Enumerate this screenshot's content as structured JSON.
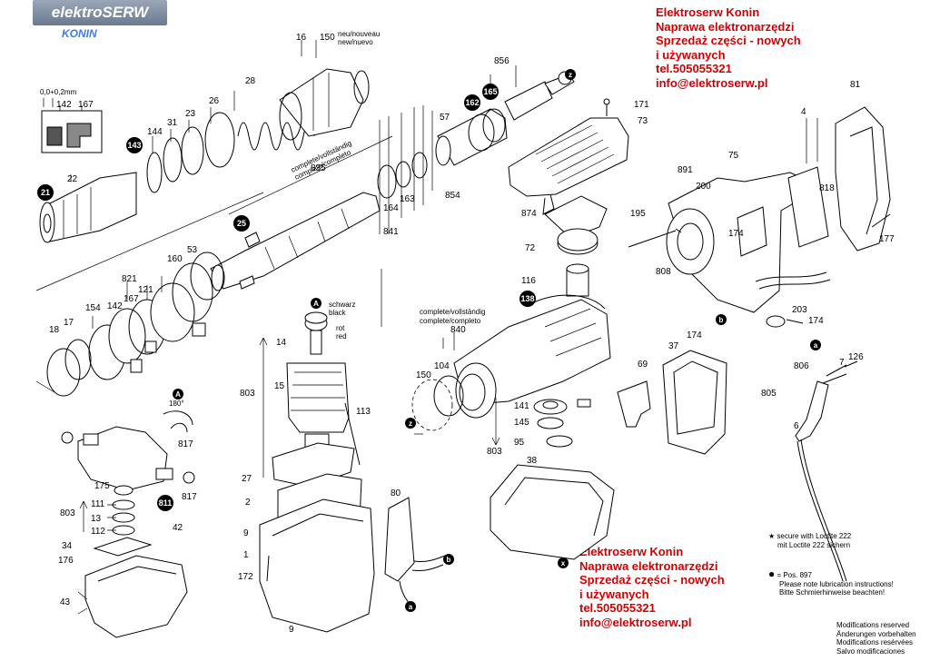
{
  "watermark": {
    "brand": "elektroSERW",
    "city": "KONIN",
    "brand_color": "#8a96aa",
    "city_color": "#3d7fe0"
  },
  "ad_top": {
    "color": "#d40000",
    "lines": [
      "Elektroserw Konin",
      "Naprawa elektronarzędzi",
      "Sprzedaż części - nowych",
      "i używanych",
      "tel.505055321",
      "info@elektroserw.pl"
    ]
  },
  "ad_bottom": {
    "color": "#d40000",
    "lines": [
      "Elektroserw Konin",
      "Naprawa elektronarzędzi",
      "Sprzedaż części - nowych",
      "i używanych",
      "tel.505055321",
      "info@elektroserw.pl"
    ]
  },
  "legend": {
    "star_symbol": "★",
    "star_text": [
      "secure with Loctite 222",
      "mit Loctite 222 sichern"
    ],
    "dot_symbol": "●",
    "dot_text": [
      "= Pos. 897",
      "Please note lubrication instructions!",
      "Bitte Schmierhinweise beachten!"
    ]
  },
  "modifications": [
    "Modifications reserved",
    "Änderungen vorbehalten",
    "Modifications resérvées",
    "Salvo modificaciones"
  ],
  "annotations": {
    "neu_nouveau": "neu/nouveau",
    "new_nuevo": "new/nuevo",
    "complete_1a": "complete/vollständig",
    "complete_1b": "complete/completo",
    "complete_2a": "complete/vollständig",
    "complete_2b": "complete/completo",
    "tolerance": "0,0+0,2mm",
    "schwarz": "schwarz",
    "black": "black",
    "rot": "rot",
    "red": "red",
    "angle": "180°"
  },
  "badges": [
    "21",
    "143",
    "25",
    "162",
    "165",
    "138",
    "811"
  ],
  "letters": [
    "A",
    "b",
    "z",
    "z",
    "x",
    "a",
    "b",
    "a",
    "A"
  ],
  "part_numbers": [
    "16",
    "150",
    "28",
    "26",
    "23",
    "31",
    "144",
    "22",
    "142",
    "167",
    "835",
    "856",
    "57",
    "163",
    "854",
    "164",
    "841",
    "171",
    "73",
    "874",
    "72",
    "116",
    "195",
    "891",
    "200",
    "75",
    "174",
    "808",
    "81",
    "4",
    "818",
    "177",
    "203",
    "174",
    "53",
    "160",
    "821",
    "167",
    "121",
    "142",
    "154",
    "17",
    "18",
    "14",
    "803",
    "15",
    "113",
    "27",
    "2",
    "9",
    "1",
    "172",
    "9",
    "840",
    "150",
    "104",
    "141",
    "145",
    "95",
    "803",
    "38",
    "37",
    "174",
    "69",
    "806",
    "7",
    "126",
    "805",
    "6",
    "175",
    "111",
    "803",
    "13",
    "112",
    "34",
    "176",
    "43",
    "817",
    "817",
    "42",
    "80"
  ]
}
